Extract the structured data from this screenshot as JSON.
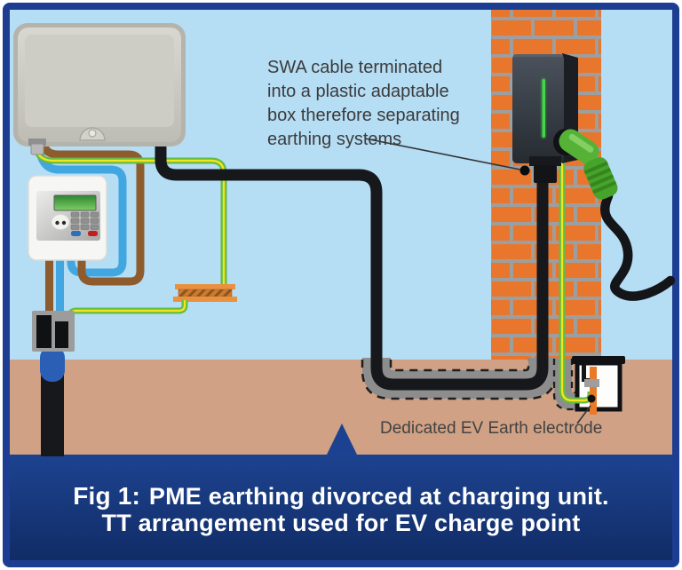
{
  "annotation": {
    "swa_note": "SWA cable terminated\ninto a plastic adaptable\nbox therefore separating\nearthing systems",
    "electrode_label": "Dedicated EV Earth electrode"
  },
  "caption": {
    "fig_label": "Fig 1:",
    "line1": "PME earthing divorced at charging unit.",
    "line2": "TT arrangement used for EV charge point"
  },
  "colors": {
    "frame_navy": "#1d3d92",
    "caption_band_top": "#1d4390",
    "caption_band_bottom": "#112c66",
    "sky": "#b5ddf4",
    "ground": "#d0a184",
    "brick": "#e9762d",
    "mortar": "#9e9e9e",
    "cable_black": "#17181b",
    "duct_grey": "#8d8d8d",
    "earth_wire_green": "#64bb44",
    "earth_wire_yellow": "#f2e41f",
    "wire_blue": "#42a7e0",
    "wire_brown": "#8d5b2c",
    "charger_led_green": "#44d54a",
    "connector_green": "#55b237",
    "electrode_orange": "#e87a28",
    "meter_lcd_green": "#4faa42",
    "service_head_blue": "#2a5fb5",
    "text_dark": "#3b3b3b",
    "caption_text": "#ffffff"
  }
}
